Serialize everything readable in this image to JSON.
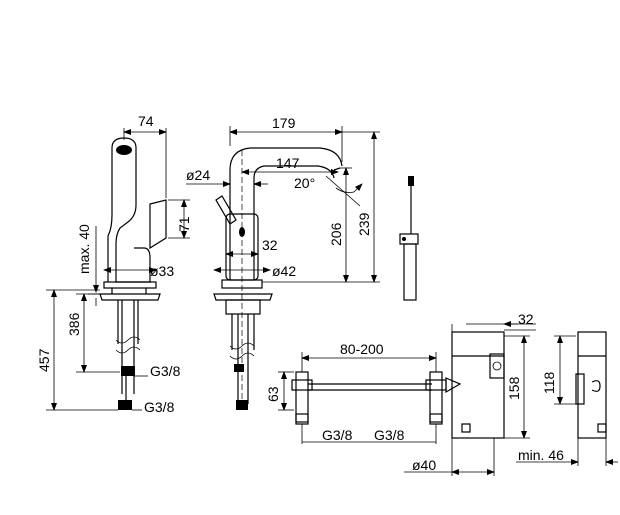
{
  "dimensions": {
    "top_width": "74",
    "max_40": "max. 40",
    "d71": "71",
    "d33": "ø33",
    "d386": "386",
    "d457": "457",
    "g38_a": "G3/8",
    "g38_b": "G3/8",
    "d179": "179",
    "d24": "ø24",
    "d147": "147",
    "angle": "20°",
    "d206": "206",
    "d239": "239",
    "d32_spout": "32",
    "d42": "ø42",
    "range": "80-200",
    "d63": "63",
    "g38_c": "G3/8",
    "g38_d": "G3/8",
    "d32_box": "32",
    "d158": "158",
    "d40": "ø40",
    "d118": "118",
    "min46": "min. 46"
  }
}
